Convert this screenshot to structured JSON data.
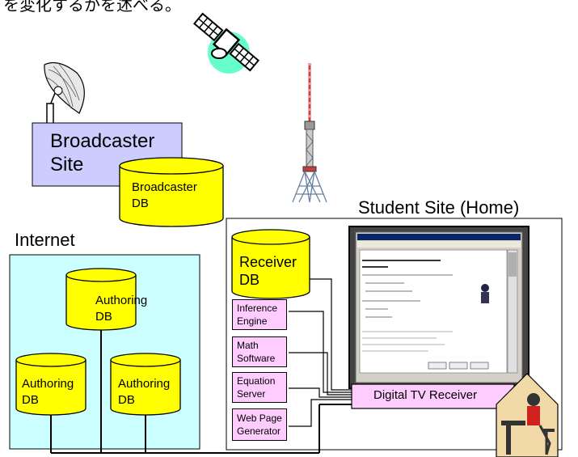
{
  "header": {
    "caption": "を変化するかを述べる。"
  },
  "broadcaster": {
    "site_line1": "Broadcaster",
    "site_line2": "Site",
    "db_line1": "Broadcaster",
    "db_line2": "DB"
  },
  "internet": {
    "label": "Internet",
    "dbs": [
      {
        "line1": "Authoring",
        "line2": "DB"
      },
      {
        "line1": "Authoring",
        "line2": "DB"
      },
      {
        "line1": "Authoring",
        "line2": "DB"
      }
    ]
  },
  "student": {
    "label": "Student Site (Home)",
    "receiver_db_line1": "Receiver",
    "receiver_db_line2": "DB",
    "modules": [
      {
        "line1": "Inference",
        "line2": "Engine"
      },
      {
        "line1": "Math",
        "line2": "Software"
      },
      {
        "line1": "Equation",
        "line2": "Server"
      },
      {
        "line1": "Web Page",
        "line2": "Generator"
      }
    ],
    "receiver_label": "Digital TV Receiver"
  },
  "colors": {
    "db_fill": "#ffff00",
    "site_fill": "#ccccff",
    "internet_fill": "#ccffff",
    "module_fill": "#ffccff",
    "satellite_glow": "#66ffcc"
  }
}
